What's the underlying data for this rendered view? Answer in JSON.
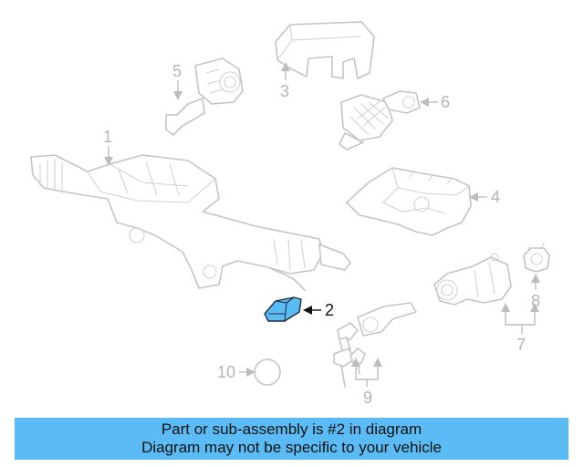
{
  "callouts": {
    "c1": "1",
    "c2": "2",
    "c3": "3",
    "c4": "4",
    "c5": "5",
    "c6": "6",
    "c7": "7",
    "c8": "8",
    "c9": "9",
    "c10": "10"
  },
  "highlight_color": "#5bbcf5",
  "banner": {
    "line1": "Part or sub-assembly is #2 in diagram",
    "line2": "Diagram may not be specific to your vehicle"
  }
}
